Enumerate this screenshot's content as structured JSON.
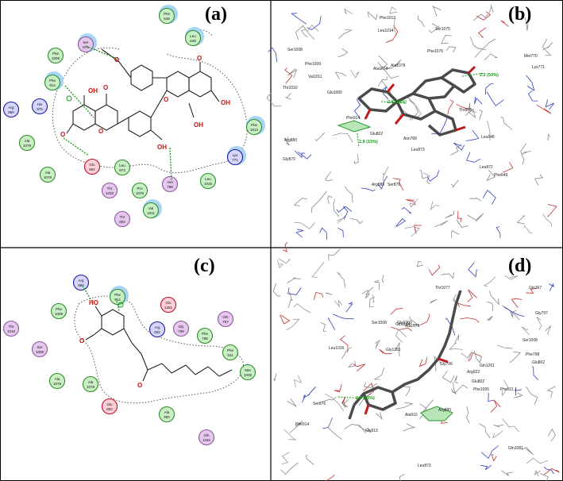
{
  "panels": {
    "a": {
      "letter": "(a)",
      "residues": [
        {
          "id": "phe649",
          "name": "Phe",
          "num": "649",
          "kind": "hydrophobic",
          "exposed": true
        },
        {
          "id": "ser876",
          "name": "Ser",
          "num": "876",
          "kind": "polar",
          "exposed": true
        },
        {
          "id": "leu648",
          "name": "Leu",
          "num": "648",
          "kind": "hydrophobic",
          "exposed": true
        },
        {
          "id": "phe1009",
          "name": "Phe",
          "num": "1009",
          "kind": "hydrophobic",
          "exposed": false
        },
        {
          "id": "phe914",
          "name": "Phe",
          "num": "914",
          "kind": "hydrophobic",
          "exposed": true
        },
        {
          "id": "arg880",
          "name": "Arg",
          "num": "880",
          "kind": "positive",
          "exposed": false
        },
        {
          "id": "his875",
          "name": "His",
          "num": "875",
          "kind": "positive",
          "exposed": false
        },
        {
          "id": "ala1079",
          "name": "Ala",
          "num": "1079",
          "kind": "hydrophobic",
          "exposed": false
        },
        {
          "id": "glu802",
          "name": "Glu",
          "num": "802",
          "kind": "negative",
          "exposed": false
        },
        {
          "id": "ala1078",
          "name": "Ala",
          "num": "1078",
          "kind": "hydrophobic",
          "exposed": false
        },
        {
          "id": "leu873",
          "name": "Leu",
          "num": "873",
          "kind": "hydrophobic",
          "exposed": false
        },
        {
          "id": "thr1010",
          "name": "Thr",
          "num": "1010",
          "kind": "polar",
          "exposed": false
        },
        {
          "id": "pro1076",
          "name": "Pro",
          "num": "1076",
          "kind": "hydrophobic",
          "exposed": false
        },
        {
          "id": "asn768",
          "name": "Asn",
          "num": "768",
          "kind": "polar",
          "exposed": false
        },
        {
          "id": "thr803",
          "name": "Thr",
          "num": "803",
          "kind": "polar",
          "exposed": false
        },
        {
          "id": "val1011",
          "name": "Val",
          "num": "1011",
          "kind": "hydrophobic",
          "exposed": true
        },
        {
          "id": "leu1016",
          "name": "Leu",
          "num": "1016",
          "kind": "hydrophobic",
          "exposed": false
        },
        {
          "id": "lys771",
          "name": "Lys",
          "num": "771",
          "kind": "positive",
          "exposed": true
        },
        {
          "id": "phe1013",
          "name": "Phe",
          "num": "1013",
          "kind": "hydrophobic",
          "exposed": true
        }
      ],
      "atoms": [
        "OH",
        "OH",
        "OH",
        "OH",
        "O",
        "O",
        "O",
        "O",
        "O",
        "O"
      ]
    },
    "b": {
      "letter": "(b)",
      "residues": [
        "Phe1013",
        "Leu1014",
        "Ser1075",
        "Met770",
        "Lys771",
        "Ser1008",
        "Phe1009",
        "Ala1079",
        "Ala1078",
        "Phe1076",
        "Val1011",
        "Thr1010",
        "Glu1065",
        "Thr803",
        "Arg880",
        "Phe914",
        "Leu648",
        "Glu802",
        "Asn768",
        "Leu873",
        "Leu872",
        "Phe649",
        "Gly879",
        "Arg880",
        "Ser876"
      ],
      "distances": [
        "2.8 (15%)",
        "2.8 (15%)",
        "2.2 (50%)"
      ]
    },
    "c": {
      "letter": "(c)",
      "residues": [
        {
          "id": "arg880",
          "name": "Arg",
          "num": "880",
          "kind": "positive",
          "exposed": false
        },
        {
          "id": "phe914",
          "name": "Phe",
          "num": "914",
          "kind": "hydrophobic",
          "exposed": true
        },
        {
          "id": "glu1261",
          "name": "Glu",
          "num": "1261",
          "kind": "negative",
          "exposed": false
        },
        {
          "id": "phe1009",
          "name": "Phe",
          "num": "1009",
          "kind": "hydrophobic",
          "exposed": false
        },
        {
          "id": "gln767",
          "name": "Gln",
          "num": "767",
          "kind": "polar",
          "exposed": false
        },
        {
          "id": "arg922",
          "name": "Arg",
          "num": "922",
          "kind": "positive",
          "exposed": false
        },
        {
          "id": "gly799",
          "name": "Gly",
          "num": "799",
          "kind": "polar",
          "exposed": false
        },
        {
          "id": "thr1010",
          "name": "Thr",
          "num": "1010",
          "kind": "polar",
          "exposed": false
        },
        {
          "id": "phe798",
          "name": "Phe",
          "num": "798",
          "kind": "hydrophobic",
          "exposed": false
        },
        {
          "id": "phe911",
          "name": "Phe",
          "num": "911",
          "kind": "hydrophobic",
          "exposed": false
        },
        {
          "id": "ser1008",
          "name": "Ser",
          "num": "1008",
          "kind": "polar",
          "exposed": false
        },
        {
          "id": "met1038",
          "name": "Met",
          "num": "1038",
          "kind": "hydrophobic",
          "exposed": false
        },
        {
          "id": "ala1078",
          "name": "Ala",
          "num": "1078",
          "kind": "hydrophobic",
          "exposed": false
        },
        {
          "id": "ala1079",
          "name": "Ala",
          "num": "1079",
          "kind": "hydrophobic",
          "exposed": false
        },
        {
          "id": "glu802",
          "name": "Glu",
          "num": "802",
          "kind": "negative",
          "exposed": false
        },
        {
          "id": "ala900",
          "name": "Ala",
          "num": "900",
          "kind": "hydrophobic",
          "exposed": false
        },
        {
          "id": "gln1184",
          "name": "Gln",
          "num": "1184",
          "kind": "polar",
          "exposed": false
        }
      ],
      "atoms": [
        "HO",
        "O",
        "O"
      ]
    },
    "d": {
      "letter": "(d)",
      "residues": [
        "Thr1077",
        "Gln767",
        "Gly797",
        "Gln1184",
        "Ser1008",
        "Gly1260",
        "Gly1261",
        "Ala1079",
        "Leu1016",
        "Ser1008",
        "Phe798",
        "Glu802",
        "Gly799",
        "Gln1261",
        "Arg922",
        "Glu802",
        "Phe1005",
        "Phe911",
        "Ala910",
        "Gly913",
        "Arg880",
        "Phe914",
        "Gln1081",
        "Leu873",
        "Ser876"
      ],
      "distances": [
        "2.8 (15%)"
      ]
    }
  },
  "colors": {
    "hydrophobic_fill": "#c8f0c4",
    "hydrophobic_stroke": "#2e8b2e",
    "polar_fill": "#e6c8ee",
    "polar_stroke": "#8a5a99",
    "positive_fill": "#d6d6ff",
    "positive_stroke": "#1a1aa0",
    "negative_fill": "#ffd0d6",
    "negative_stroke": "#c0102a",
    "exposure": "#a8d4f5",
    "hbond": "#1a9a1a",
    "ligand_3d": "#4a4a4a"
  }
}
